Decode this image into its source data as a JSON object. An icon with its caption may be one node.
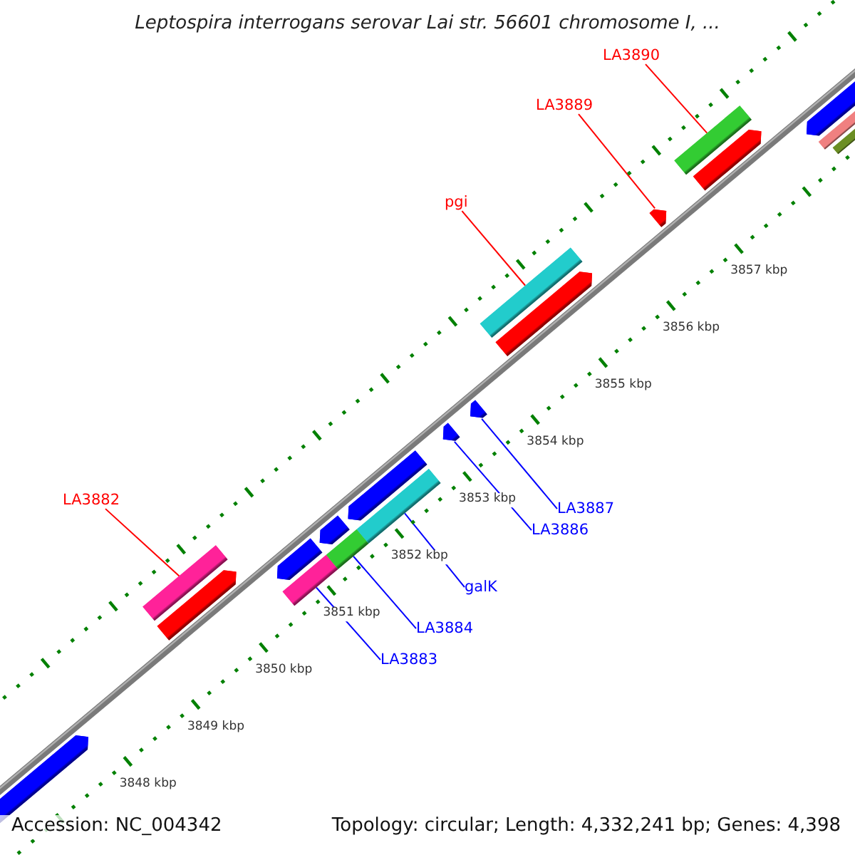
{
  "diagram": {
    "title": "Leptospira interrogans serovar Lai str. 56601 chromosome I, ...",
    "nodes": [
      {
        "text": [
          "LA3890"
        ]
      },
      {
        "text": [
          "LA3889"
        ]
      },
      {
        "text": [
          "pgi"
        ]
      },
      {
        "text": [
          "LA3882"
        ]
      },
      {
        "text": [
          "LA3887"
        ]
      },
      {
        "text": [
          "LA3886"
        ]
      },
      {
        "text": [
          "galK"
        ]
      },
      {
        "text": [
          "LA3884"
        ]
      },
      {
        "text": [
          "LA3883"
        ]
      },
      {
        "text": [],
        "shape": "bar"
      },
      {
        "text": [],
        "shape": "bar"
      },
      {
        "text": [],
        "shape": "bar"
      },
      {
        "text": [],
        "shape": "bar"
      },
      {
        "text": [],
        "shape": "arrow"
      },
      {
        "text": [],
        "shape": "arrow"
      },
      {
        "text": [],
        "shape": "bar"
      },
      {
        "text": [],
        "shape": "arrow"
      },
      {
        "text": [],
        "shape": "bar"
      }
    ],
    "edges": [
      {
        "from": 0,
        "to": 17,
        "arrow": "none",
        "color": "#ff0000"
      },
      {
        "from": 1,
        "to": 16,
        "arrow": "none",
        "color": "#ff0000"
      },
      {
        "from": 2,
        "to": 15,
        "arrow": "none",
        "color": "#ff0000"
      },
      {
        "from": 3,
        "to": 9,
        "arrow": "none",
        "color": "#ff0000"
      },
      {
        "from": 4,
        "to": 14,
        "arrow": "none",
        "color": "#0000ff"
      },
      {
        "from": 5,
        "to": 13,
        "arrow": "none",
        "color": "#0000ff"
      },
      {
        "from": 6,
        "to": 12,
        "arrow": "none",
        "color": "#0000ff"
      },
      {
        "from": 7,
        "to": 11,
        "arrow": "none",
        "color": "#0000ff"
      },
      {
        "from": 8,
        "to": 10,
        "arrow": "none",
        "color": "#0000ff"
      }
    ],
    "labels": [
      "3857 kbp",
      "3856 kbp",
      "3855 kbp",
      "3854 kbp",
      "3853 kbp",
      "3852 kbp",
      "3851 kbp",
      "3850 kbp",
      "3849 kbp",
      "3848 kbp",
      "Accession: NC_004342",
      "Topology: circular; Length: 4,332,241 bp; Genes: 4,398"
    ]
  }
}
